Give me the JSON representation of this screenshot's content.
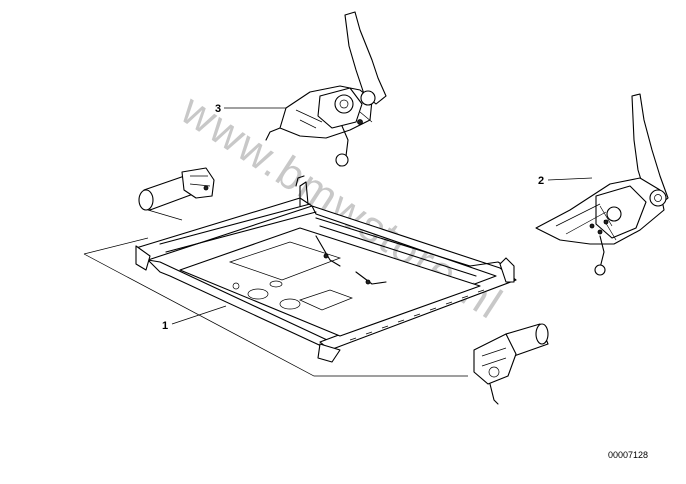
{
  "diagram": {
    "callouts": [
      {
        "label": "1"
      },
      {
        "label": "2"
      },
      {
        "label": "3"
      }
    ],
    "reference_code": "00007128",
    "watermark": "www.bmwstore.nl"
  }
}
